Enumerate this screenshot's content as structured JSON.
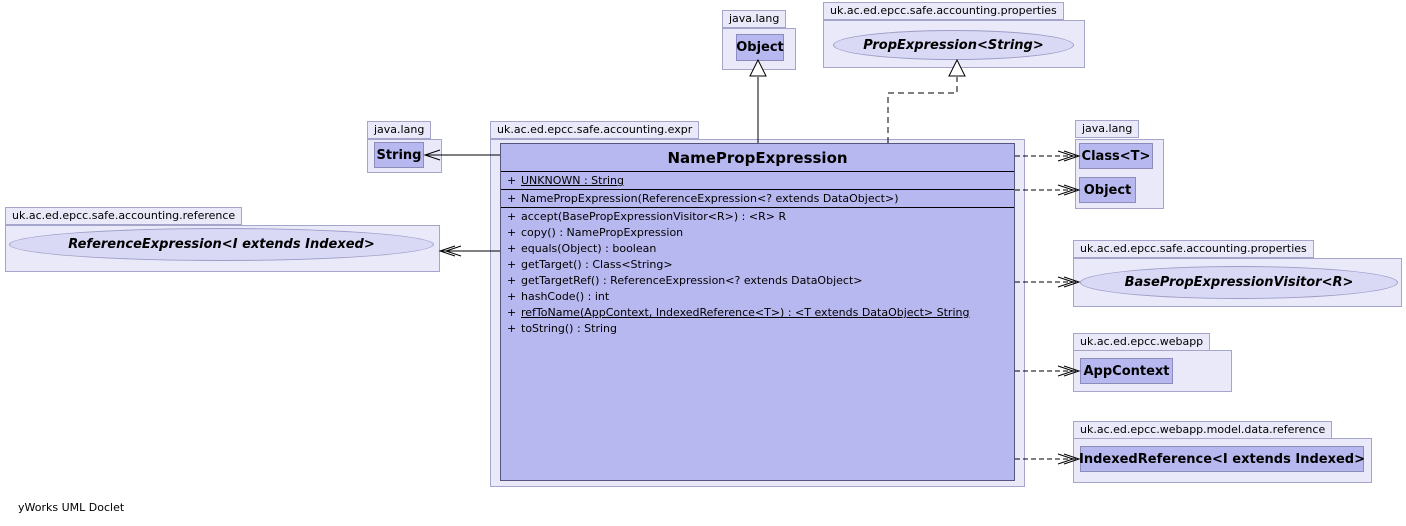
{
  "footer": {
    "credit": "yWorks UML Doclet"
  },
  "colors": {
    "package_fill": "#e9e9f9",
    "package_border": "#a5a5cc",
    "class_fill": "#b8b8f0",
    "ellipse_fill": "#d9d9f6",
    "line": "#000000"
  },
  "nodes": {
    "java_lang_top": {
      "package": "java.lang",
      "class": "Object"
    },
    "properties_top": {
      "package": "uk.ac.ed.epcc.safe.accounting.properties",
      "interface": "PropExpression<String>"
    },
    "java_lang_left": {
      "package": "java.lang",
      "class": "String"
    },
    "reference_left": {
      "package": "uk.ac.ed.epcc.safe.accounting.reference",
      "interface": "ReferenceExpression<I extends Indexed>"
    },
    "java_lang_right": {
      "package": "java.lang",
      "class_t": "Class<T>",
      "object": "Object"
    },
    "properties_right": {
      "package": "uk.ac.ed.epcc.safe.accounting.properties",
      "interface": "BasePropExpressionVisitor<R>"
    },
    "webapp": {
      "package": "uk.ac.ed.epcc.webapp",
      "class": "AppContext"
    },
    "webapp_model": {
      "package": "uk.ac.ed.epcc.webapp.model.data.reference",
      "class": "IndexedReference<I extends Indexed>"
    }
  },
  "main_class": {
    "package": "uk.ac.ed.epcc.safe.accounting.expr",
    "name": "NamePropExpression",
    "fields": [
      {
        "prefix": "+",
        "text": "UNKNOWN : String",
        "underline": true
      }
    ],
    "constructors": [
      {
        "prefix": "+",
        "text": "NamePropExpression(ReferenceExpression<? extends DataObject>)",
        "underline": false
      }
    ],
    "methods": [
      {
        "prefix": "+",
        "text": "accept(BasePropExpressionVisitor<R>) : <R> R",
        "underline": false
      },
      {
        "prefix": "+",
        "text": "copy() : NamePropExpression",
        "underline": false
      },
      {
        "prefix": "+",
        "text": "equals(Object) : boolean",
        "underline": false
      },
      {
        "prefix": "+",
        "text": "getTarget() : Class<String>",
        "underline": false
      },
      {
        "prefix": "+",
        "text": "getTargetRef() : ReferenceExpression<? extends DataObject>",
        "underline": false
      },
      {
        "prefix": "+",
        "text": "hashCode() : int",
        "underline": false
      },
      {
        "prefix": "+",
        "text": "refToName(AppContext, IndexedReference<T>) : <T extends DataObject> String",
        "underline": true
      },
      {
        "prefix": "+",
        "text": "toString() : String",
        "underline": false
      }
    ]
  }
}
